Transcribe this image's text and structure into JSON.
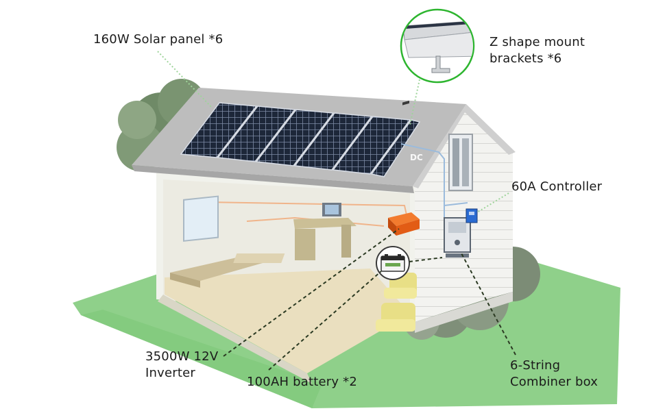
{
  "labels": {
    "solar_panel": "160W Solar panel *6",
    "bracket_line1": "Z shape mount",
    "bracket_line2": "brackets *6",
    "controller": "60A Controller",
    "inverter_line1": "3500W 12V",
    "inverter_line2": "Inverter",
    "battery": "100AH battery *2",
    "combiner_line1": "6-String",
    "combiner_line2": "Combiner box",
    "dc_tag": "DC"
  },
  "colors": {
    "callout_green": "#2db52f",
    "leader_green": "#9ed49a",
    "leader_dark": "#2b3a22",
    "lawn": "#8fd08a",
    "wall": "#f2f2ee",
    "roof": "#bcbcbc",
    "panel": "#1c2637",
    "inverter": "#e05a16",
    "dc_wire": "#9bbbdc",
    "ac_wire": "#f0b48a"
  }
}
